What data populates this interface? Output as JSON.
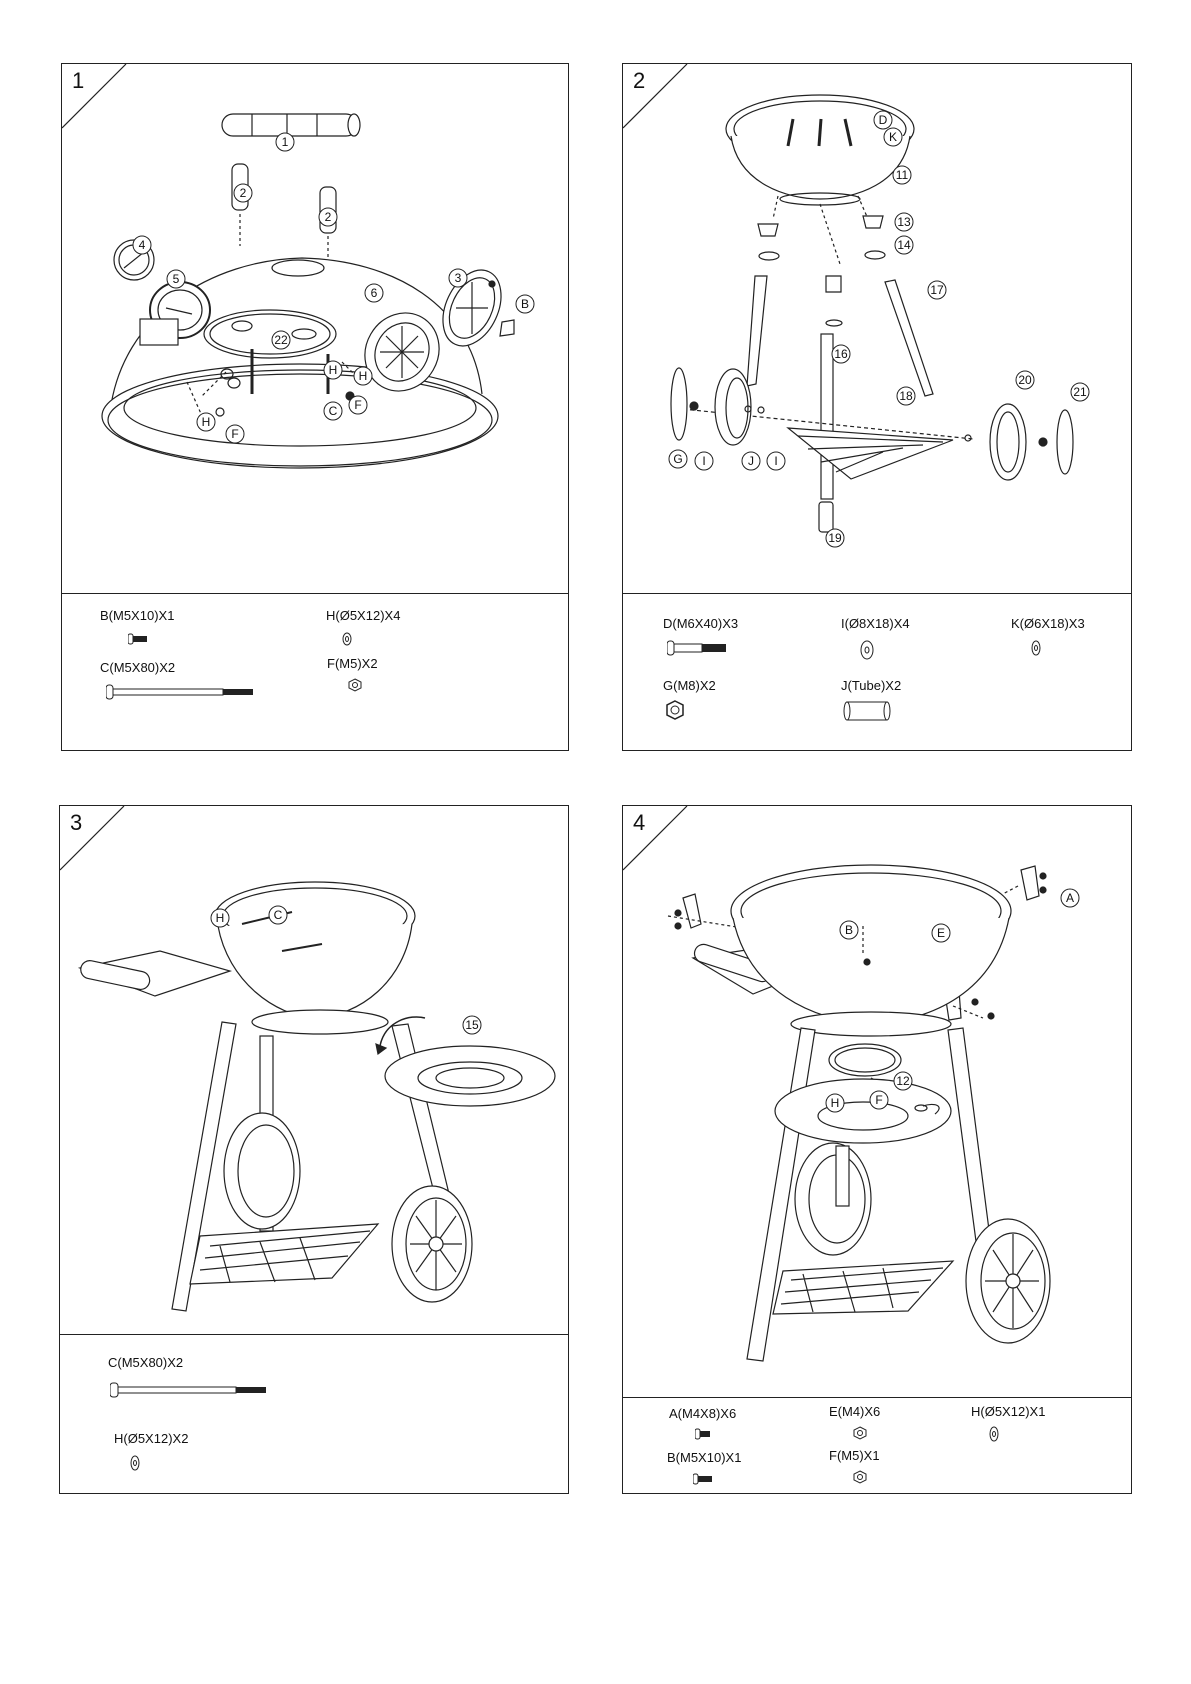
{
  "steps": [
    {
      "number": "1",
      "callouts": [
        "1",
        "2",
        "2",
        "4",
        "5",
        "6",
        "22",
        "3",
        "B",
        "H",
        "H",
        "H",
        "C",
        "F",
        "F"
      ],
      "hardware": [
        {
          "label": "B(M5X10)X1",
          "icon": "short-bolt-icon"
        },
        {
          "label": "H(Ø5X12)X4",
          "icon": "washer-icon"
        },
        {
          "label": "C(M5X80)X2",
          "icon": "long-bolt-icon"
        },
        {
          "label": "F(M5)X2",
          "icon": "nut-icon"
        }
      ]
    },
    {
      "number": "2",
      "callouts": [
        "D",
        "K",
        "11",
        "13",
        "14",
        "17",
        "16",
        "18",
        "20",
        "21",
        "G",
        "I",
        "J",
        "I",
        "19"
      ],
      "hardware": [
        {
          "label": "D(M6X40)X3",
          "icon": "bolt-icon"
        },
        {
          "label": "I(Ø8X18)X4",
          "icon": "washer-icon"
        },
        {
          "label": "K(Ø6X18)X3",
          "icon": "washer-icon"
        },
        {
          "label": "G(M8)X2",
          "icon": "nut-icon"
        },
        {
          "label": "J(Tube)X2",
          "icon": "tube-icon"
        }
      ]
    },
    {
      "number": "3",
      "callouts": [
        "H",
        "C",
        "15"
      ],
      "hardware": [
        {
          "label": "C(M5X80)X2",
          "icon": "long-bolt-icon"
        },
        {
          "label": "H(Ø5X12)X2",
          "icon": "washer-icon"
        }
      ]
    },
    {
      "number": "4",
      "callouts": [
        "A",
        "B",
        "E",
        "12",
        "H",
        "F"
      ],
      "hardware": [
        {
          "label": "A(M4X8)X6",
          "icon": "short-bolt-icon"
        },
        {
          "label": "E(M4)X6",
          "icon": "nut-icon"
        },
        {
          "label": "H(Ø5X12)X1",
          "icon": "washer-icon"
        },
        {
          "label": "B(M5X10)X1",
          "icon": "short-bolt-icon"
        },
        {
          "label": "F(M5)X1",
          "icon": "nut-icon"
        }
      ]
    }
  ]
}
